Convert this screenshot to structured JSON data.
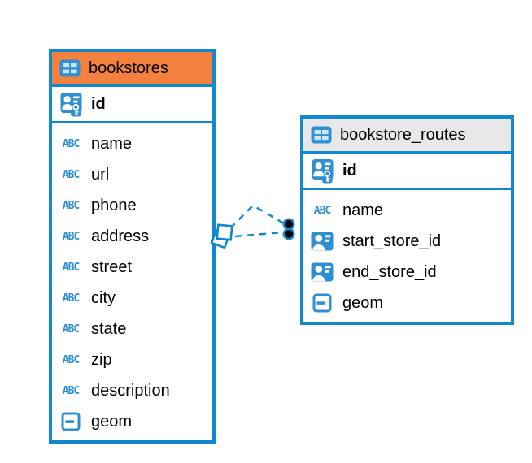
{
  "app": {
    "view": "entity-relationship-diagram"
  },
  "colors": {
    "table_border": "#1189cc",
    "relation_line": "#1189cc",
    "icon_blue": "#2f8fd3",
    "bookstores_header_bg": "#f5813e",
    "routes_header_bg": "#e8e8e8",
    "marker_dot_fill": "#000000",
    "canvas_bg": "#ffffff"
  },
  "icons": {
    "text_type_label": "ABC"
  },
  "tables": [
    {
      "name": "bookstores",
      "header_bg": "#f5813e",
      "primary_key": {
        "name": "id",
        "icon": "primary-key-icon"
      },
      "columns": [
        {
          "name": "name",
          "type": "text"
        },
        {
          "name": "url",
          "type": "text"
        },
        {
          "name": "phone",
          "type": "text"
        },
        {
          "name": "address",
          "type": "text"
        },
        {
          "name": "street",
          "type": "text"
        },
        {
          "name": "city",
          "type": "text"
        },
        {
          "name": "state",
          "type": "text"
        },
        {
          "name": "zip",
          "type": "text"
        },
        {
          "name": "description",
          "type": "text"
        },
        {
          "name": "geom",
          "type": "geometry"
        }
      ]
    },
    {
      "name": "bookstore_routes",
      "header_bg": "#e8e8e8",
      "primary_key": {
        "name": "id",
        "icon": "primary-key-icon"
      },
      "columns": [
        {
          "name": "name",
          "type": "text"
        },
        {
          "name": "start_store_id",
          "type": "reference"
        },
        {
          "name": "end_store_id",
          "type": "reference"
        },
        {
          "name": "geom",
          "type": "geometry"
        }
      ]
    }
  ],
  "relationships": [
    {
      "from_table": "bookstore_routes",
      "from_column": "start_store_id",
      "to_table": "bookstores",
      "to_column": "id",
      "line_style": "dashed"
    },
    {
      "from_table": "bookstore_routes",
      "from_column": "end_store_id",
      "to_table": "bookstores",
      "to_column": "id",
      "line_style": "dashed"
    }
  ]
}
